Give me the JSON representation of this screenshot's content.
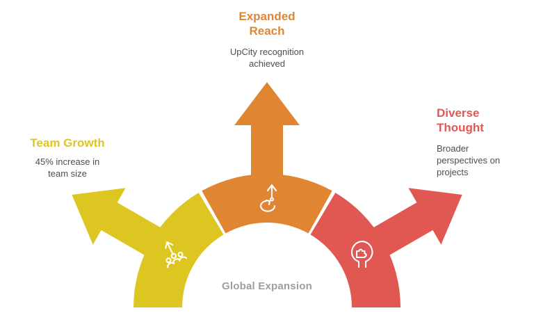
{
  "colors": {
    "yellow": "#ddc522",
    "orange": "#e08632",
    "red": "#e15852",
    "desc_text": "#4d4d4d",
    "center_text": "#9e9e9e"
  },
  "center": {
    "label": "Global Expansion"
  },
  "branches": {
    "team_growth": {
      "title": "Team Growth",
      "desc": "45% increase in team size"
    },
    "expanded_reach": {
      "title": "Expanded Reach",
      "desc": "UpCity recognition achieved"
    },
    "diverse_thought": {
      "title": "Diverse Thought",
      "desc": "Broader perspectives on projects"
    }
  },
  "icons": {
    "left": "people-growth-icon",
    "middle": "expand-arrow-loop-icon",
    "right": "head-puzzle-icon"
  }
}
